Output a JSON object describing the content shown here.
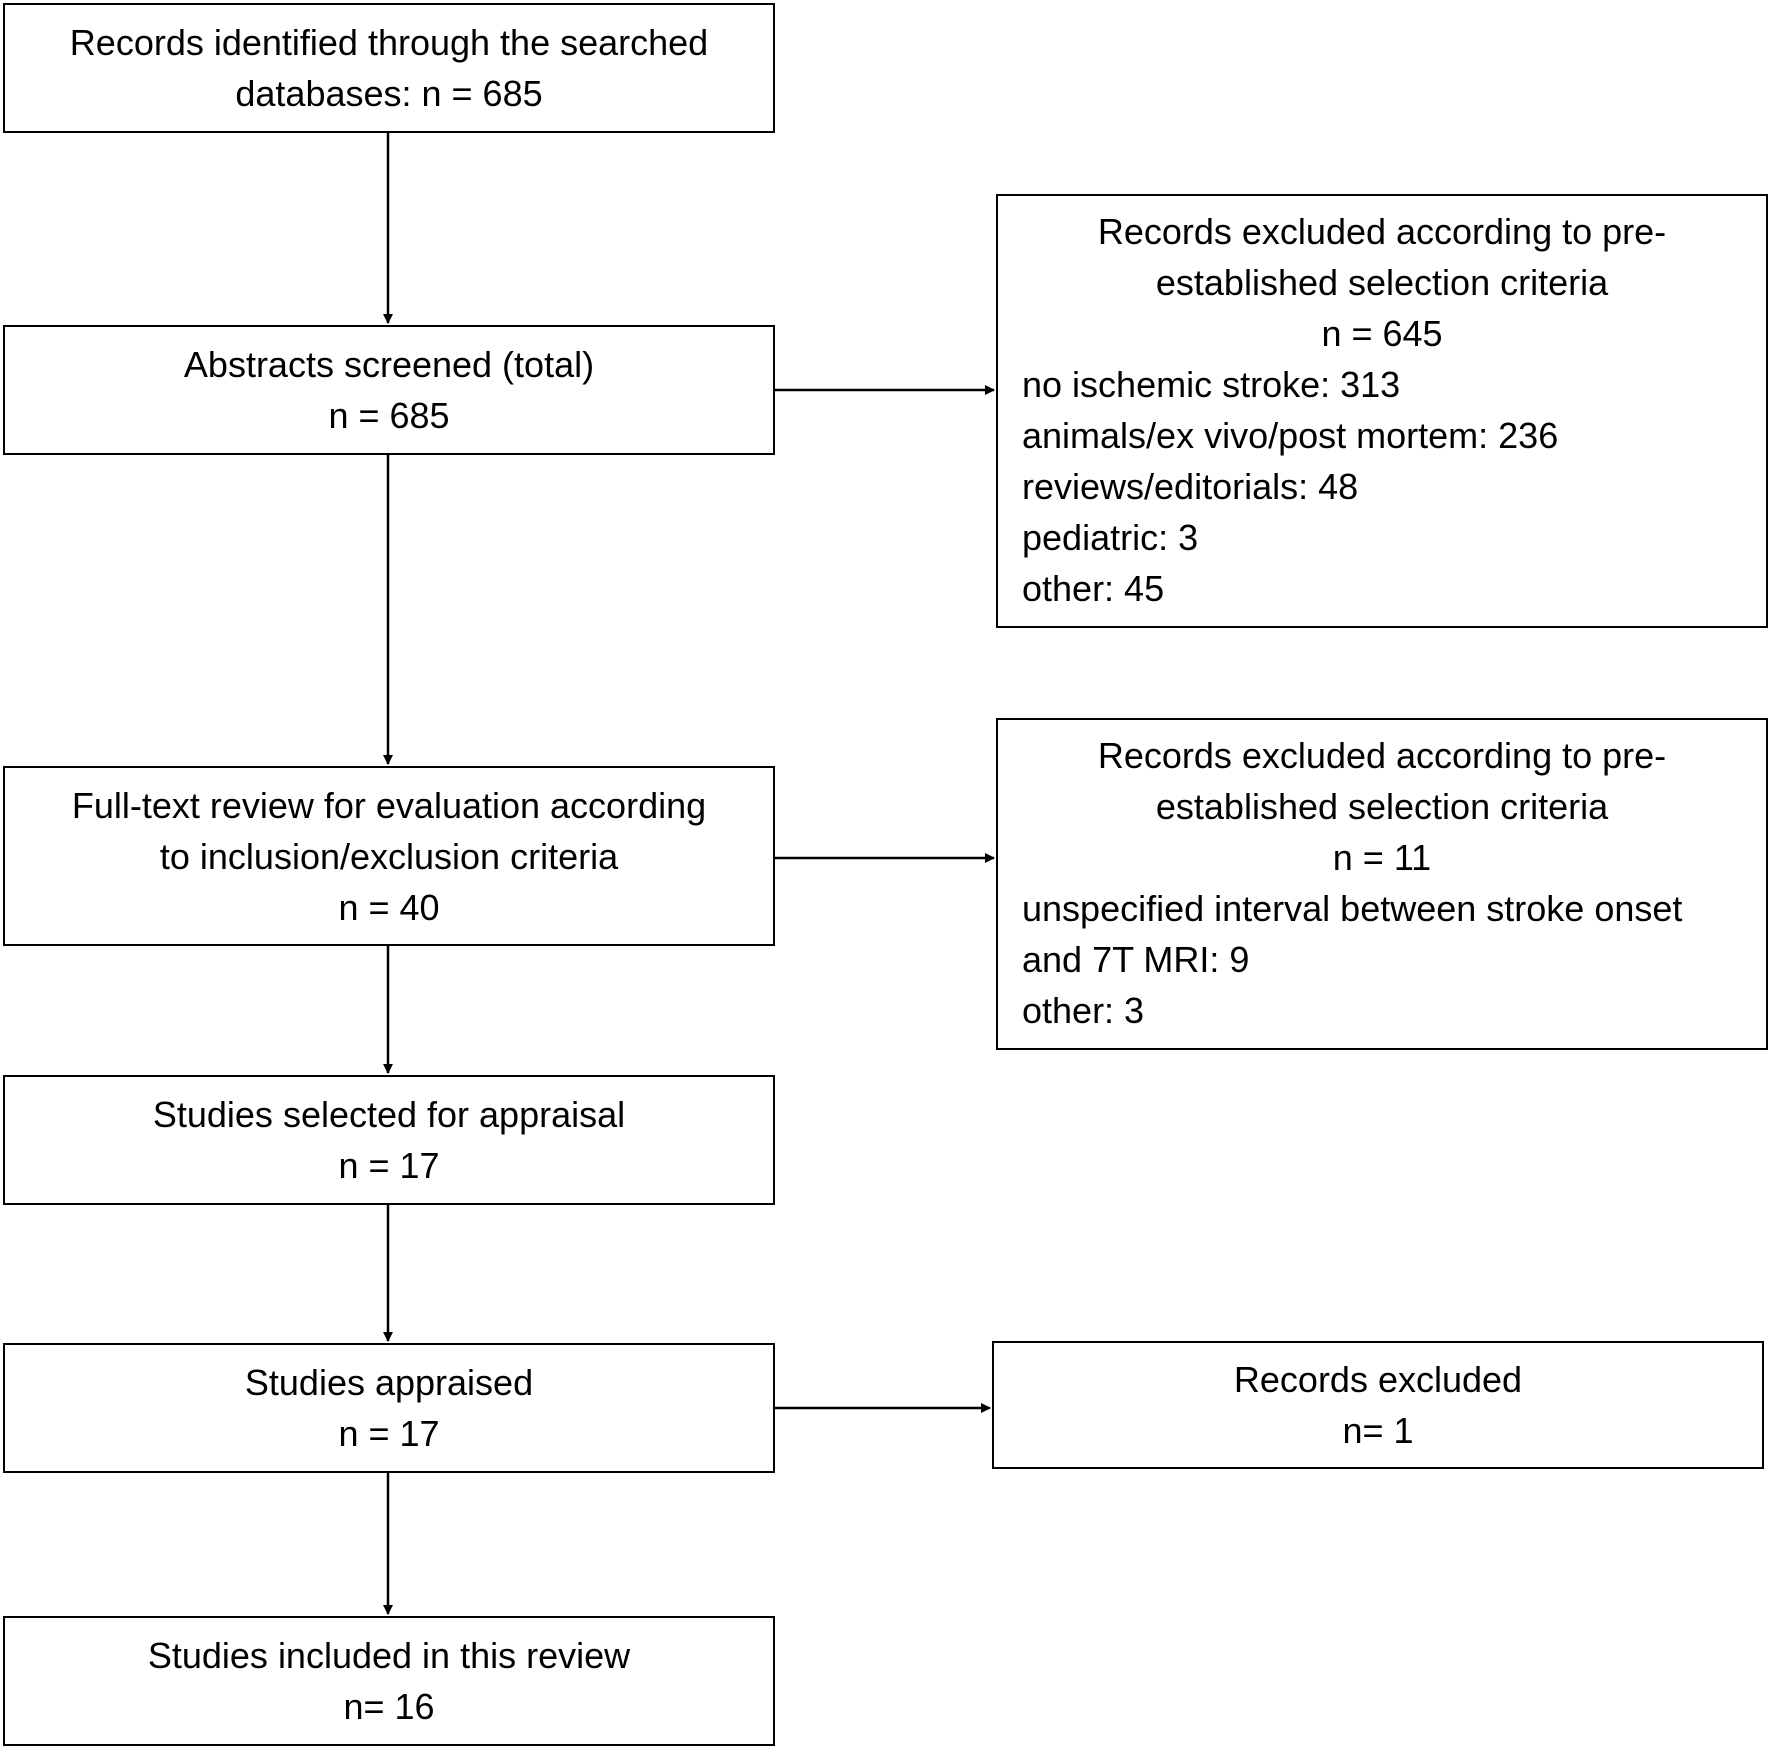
{
  "flow": {
    "identified": {
      "line1": "Records identified through the searched",
      "line2": "databases: n = 685"
    },
    "screened": {
      "line1": "Abstracts screened (total)",
      "line2": "n = 685"
    },
    "fulltext": {
      "line1": "Full-text review for evaluation according",
      "line2": "to inclusion/exclusion criteria",
      "line3": "n = 40"
    },
    "selected": {
      "line1": "Studies selected for appraisal",
      "line2": "n = 17"
    },
    "appraised": {
      "line1": "Studies appraised",
      "line2": "n = 17"
    },
    "included": {
      "line1": "Studies included in this review",
      "line2": "n= 16"
    }
  },
  "exclusions": {
    "screening": {
      "title1": "Records excluded according to pre-",
      "title2": "established selection criteria",
      "count": "n = 645",
      "reasons": [
        "no ischemic stroke: 313",
        "animals/ex vivo/post mortem: 236",
        "reviews/editorials: 48",
        "pediatric: 3",
        "other: 45"
      ]
    },
    "fulltext": {
      "title1": "Records excluded according to pre-",
      "title2": "established selection criteria",
      "count": "n = 11",
      "reasons": [
        "unspecified interval between stroke onset",
        "and 7T MRI: 9",
        "other: 3"
      ]
    },
    "appraisal": {
      "title": "Records excluded",
      "count": "n= 1"
    }
  }
}
